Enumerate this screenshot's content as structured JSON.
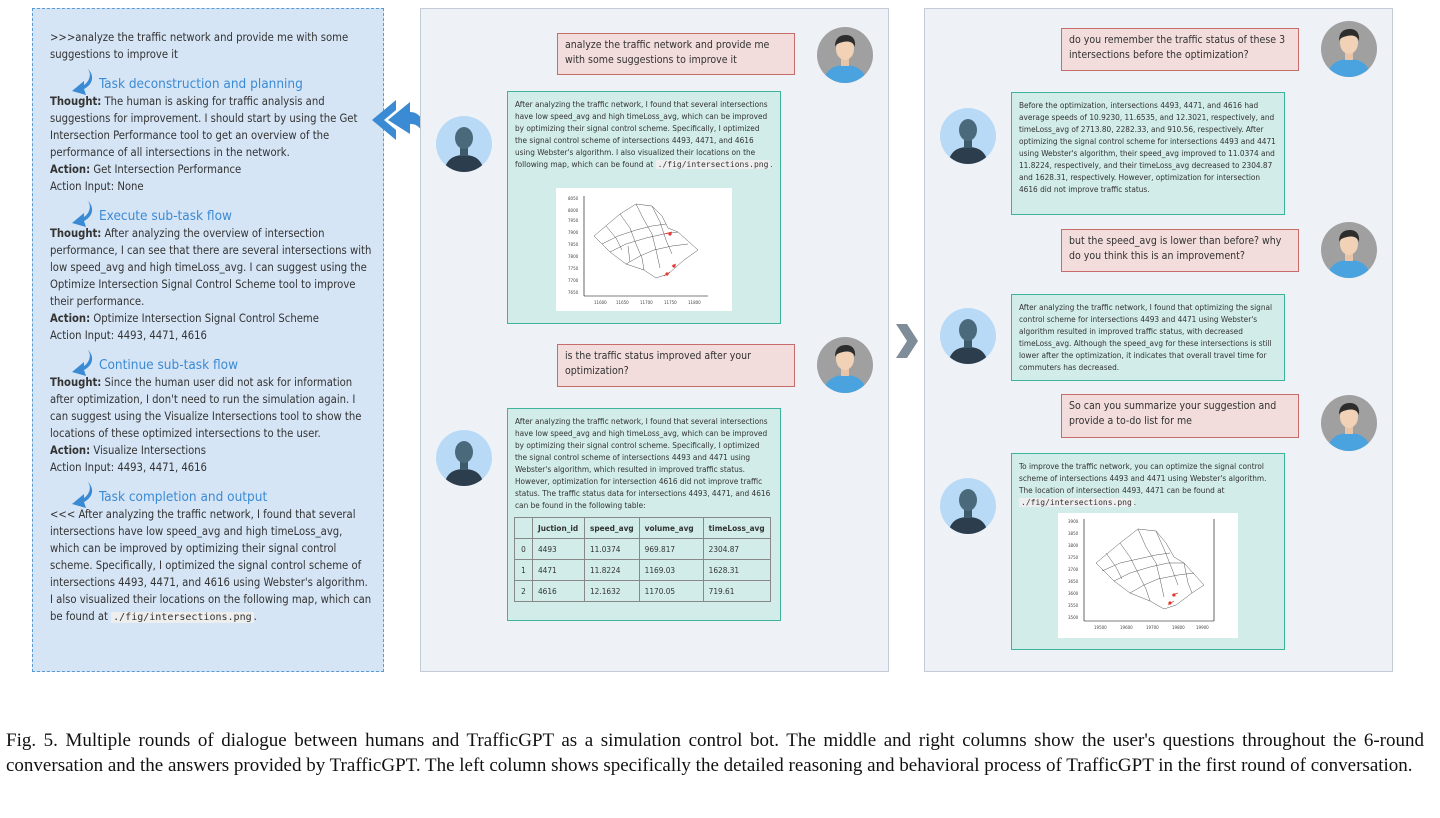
{
  "left_panel": {
    "intro": ">>>analyze the traffic network and provide me with some suggestions to improve it",
    "stages": [
      {
        "title": "Task deconstruction and planning",
        "thought_label": "Thought:",
        "thought": "The human is asking for traffic analysis and suggestions for improvement. I should start by using the Get Intersection Performance tool to get an overview of the performance of all intersections in the network.",
        "action_label": "Action:",
        "action": "Get Intersection Performance",
        "action_input": "Action Input: None"
      },
      {
        "title": "Execute sub-task flow",
        "thought_label": "Thought:",
        "thought": "After analyzing the overview of intersection performance, I can see that there are several intersections with low speed_avg and high timeLoss_avg. I can suggest using the Optimize Intersection Signal Control Scheme tool to improve their performance.",
        "action_label": "Action:",
        "action": "Optimize Intersection Signal Control Scheme",
        "action_input": "Action Input: 4493, 4471, 4616"
      },
      {
        "title": "Continue sub-task flow",
        "thought_label": "Thought:",
        "thought": "Since the human user did not ask for information after optimization, I don't need to run the simulation again. I can suggest using the Visualize Intersections tool to show the locations of these optimized intersections to the user.",
        "action_label": "Action:",
        "action": "Visualize Intersections",
        "action_input": "Action Input: 4493, 4471, 4616"
      },
      {
        "title": "Task completion and output",
        "output": "<<< After analyzing the traffic network, I found that several intersections have low speed_avg and high timeLoss_avg, which can be improved by optimizing their signal control scheme. Specifically, I optimized the signal control scheme of intersections 4493, 4471, and 4616 using Webster's algorithm. I also visualized their locations on the following map, which can be found at",
        "output_code": "./fig/intersections.png",
        "output_end": "."
      }
    ]
  },
  "middle_panel": {
    "q1": "analyze the traffic network and provide me with some suggestions to improve it",
    "a1": "After analyzing the traffic network, I found that several intersections have low speed_avg and high timeLoss_avg, which can be improved by optimizing their signal control scheme. Specifically, I optimized the signal control scheme of intersections 4493, 4471, and 4616 using Webster's algorithm. I also visualized their locations on the following map, which can be found at",
    "a1_code": "./fig/intersections.png",
    "a1_end": ".",
    "q2": "is the traffic status improved after your optimization?",
    "a2": "After analyzing the traffic network, I found that several intersections have low speed_avg and high timeLoss_avg, which can be improved by optimizing their signal control scheme. Specifically, I optimized the signal control scheme of intersections 4493 and 4471 using Webster's algorithm, which resulted in improved traffic status. However, optimization for intersection 4616 did not improve traffic status. The traffic status data for intersections 4493, 4471, and 4616 can be found in the following table:",
    "table": {
      "headers": [
        "",
        "Juction_id",
        "speed_avg",
        "volume_avg",
        "timeLoss_avg"
      ],
      "rows": [
        [
          "0",
          "4493",
          "11.0374",
          "969.817",
          "2304.87"
        ],
        [
          "1",
          "4471",
          "11.8224",
          "1169.03",
          "1628.31"
        ],
        [
          "2",
          "4616",
          "12.1632",
          "1170.05",
          "719.61"
        ]
      ]
    }
  },
  "right_panel": {
    "q3": "do you remember the traffic status of these 3 intersections before the optimization?",
    "a3": "Before the optimization, intersections 4493, 4471, and 4616 had average speeds of 10.9230, 11.6535, and 12.3021, respectively, and timeLoss_avg of 2713.80, 2282.33, and 910.56, respectively. After optimizing the signal control scheme for intersections 4493 and 4471 using Webster's algorithm, their speed_avg improved to 11.0374 and 11.8224, respectively, and their timeLoss_avg decreased to 2304.87 and 1628.31, respectively. However, optimization for intersection 4616 did not improve traffic status.",
    "q4": "but the speed_avg is lower than before? why do you think this is an improvement?",
    "a4": "After analyzing the traffic network, I found that optimizing the signal control scheme for intersections 4493 and 4471 using Webster's algorithm resulted in improved traffic status, with decreased timeLoss_avg. Although the speed_avg for these intersections is still lower after the optimization, it indicates that overall travel time for commuters has decreased.",
    "q5": "So can you summarize your suggestion and provide a to-do list for me",
    "a5": "To improve the traffic network, you can optimize the signal control scheme of intersections 4493 and 4471 using Webster's algorithm. The location of intersection 4493, 4471 can be found at",
    "a5_code": "./fig/intersections.png",
    "a5_end": "."
  },
  "caption": "Fig. 5.  Multiple rounds of dialogue between humans and TrafficGPT as a simulation control bot. The middle and right columns show the user's questions throughout the 6-round conversation and the answers provided by TrafficGPT. The left column shows specifically the detailed reasoning and behavioral process of TrafficGPT in the first round of conversation.",
  "colors": {
    "left_bg": "#d6e5f5",
    "accent_blue": "#3a8ad4",
    "user_bubble": "#f2dcdc",
    "user_border": "#c86b6b",
    "bot_bubble": "#d2ede9",
    "bot_border": "#3cb39a",
    "panel_bg": "#eef2f6"
  },
  "icons": [
    "down-arrow-icon",
    "double-left-arrow-icon",
    "chevron-right-icon",
    "user-avatar-icon",
    "bot-avatar-icon"
  ]
}
